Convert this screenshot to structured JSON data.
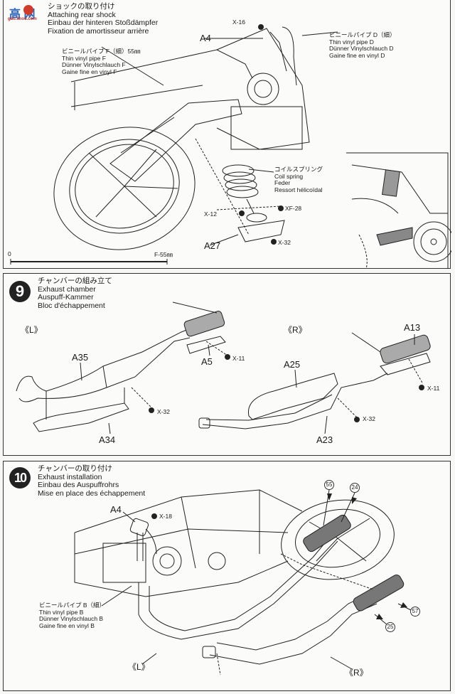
{
  "watermark": {
    "text": "高 网",
    "url_text": "gao.shou.com"
  },
  "step8": {
    "title": {
      "ja": "ショックの取り付け",
      "en": "Attaching rear shock",
      "de": "Einbau der hinteren Stoßdämpfer",
      "fr": "Fixation de amortisseur arrière"
    },
    "pipe_f": {
      "ja": "ビニールパイプ F（細）55㎜",
      "en": "Thin vinyl pipe F",
      "de": "Dünner Vinylschlauch F",
      "fr": "Gaine fine en vinyl F"
    },
    "pipe_d": {
      "ja": "ビニールパイプ D（細）",
      "en": "Thin vinyl pipe D",
      "de": "Dünner Vinylschlauch D",
      "fr": "Gaine fine en vinyl D"
    },
    "spring": {
      "ja": "コイルスプリング",
      "en": "Coil spring",
      "de": "Feder",
      "fr": "Ressort hélicoïdal"
    },
    "parts": {
      "a4": "A4",
      "a27": "A27"
    },
    "screws": {
      "x16": "X-16",
      "x12": "X-12",
      "xf28": "XF-28",
      "x32": "X-32"
    },
    "scale": {
      "start": "0",
      "end": "F-55㎜"
    }
  },
  "step9": {
    "number": "9",
    "title": {
      "ja": "チャンバーの組み立て",
      "en": "Exhaust chamber",
      "de": "Auspuff-Kammer",
      "fr": "Bloc d'échappement"
    },
    "left_label": "《L》",
    "right_label": "《R》",
    "parts": {
      "a35": "A35",
      "a34": "A34",
      "a5": "A5",
      "a25": "A25",
      "a23": "A23",
      "a13": "A13"
    },
    "screws": {
      "x32_left": "X-32",
      "x11_left": "X-11",
      "x32_right": "X-32",
      "x11_right": "X-11"
    }
  },
  "step10": {
    "number": "10",
    "title": {
      "ja": "チャンバーの取り付け",
      "en": "Exhaust installation",
      "de": "Einbau des Auspuffrohrs",
      "fr": "Mise en place des échappement"
    },
    "pipe_b": {
      "ja": "ビニールパイプ B（細）",
      "en": "Thin vinyl pipe B",
      "de": "Dünner Vinylschlauch B",
      "fr": "Gaine fine en vinyl B"
    },
    "parts": {
      "a4": "A4"
    },
    "screws": {
      "x18": "X-18"
    },
    "decals": [
      "55",
      "24",
      "57",
      "25"
    ],
    "left_label": "《L》",
    "right_label": "《R》"
  }
}
